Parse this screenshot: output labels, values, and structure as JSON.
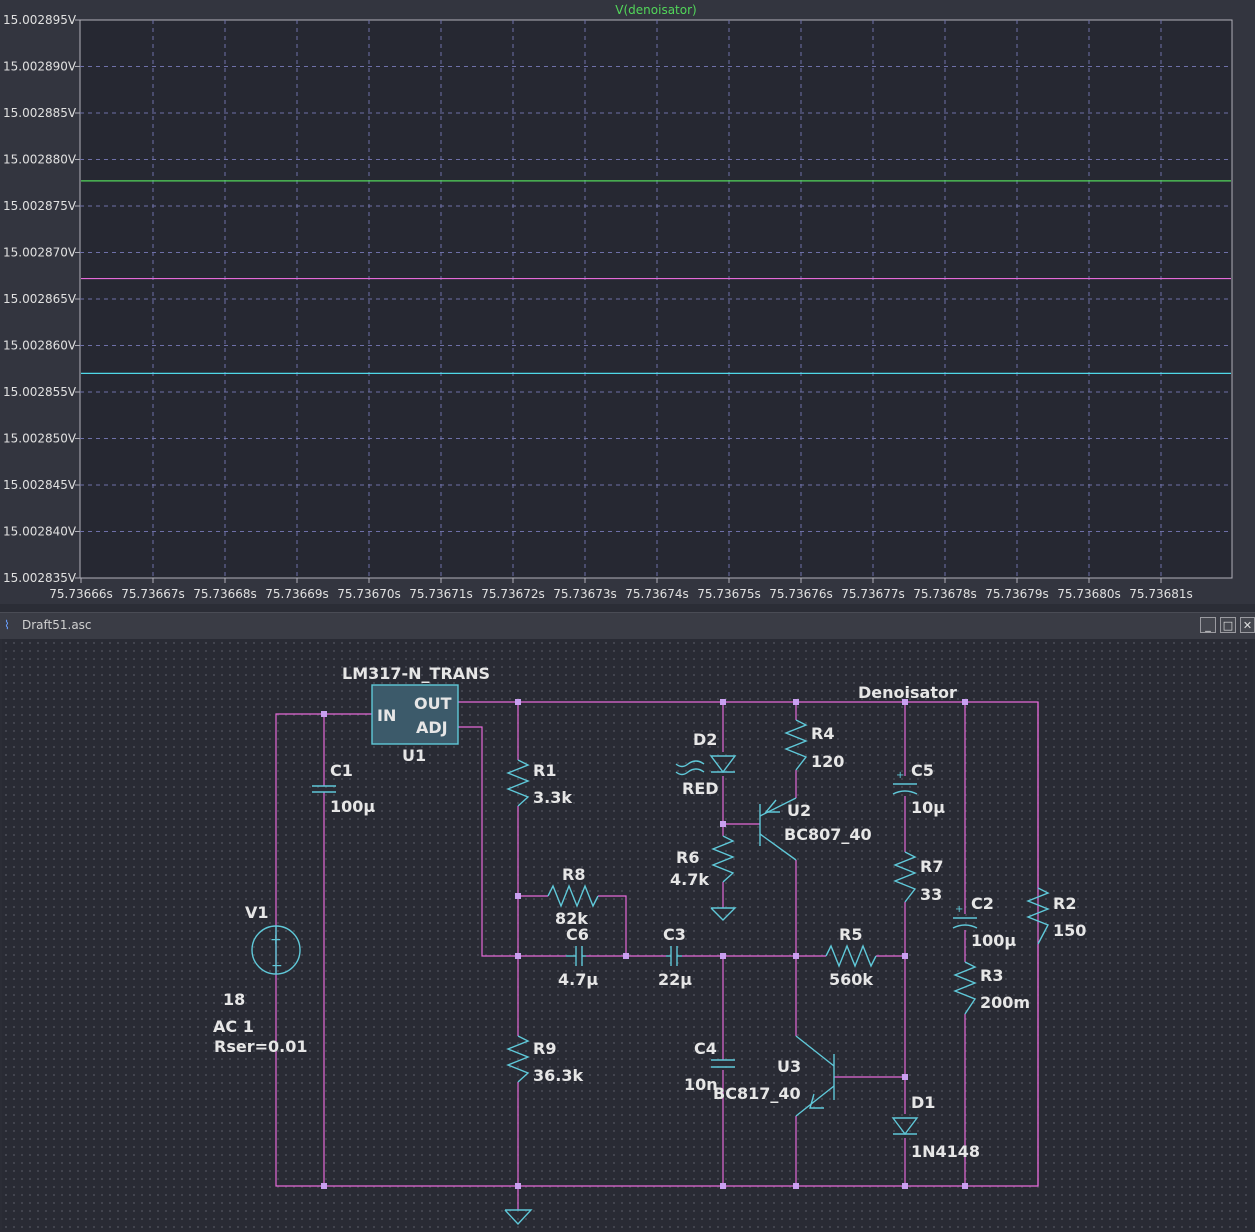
{
  "chart_data": {
    "type": "line",
    "title": "V(denoisator)",
    "y_ticks": [
      "15.002895V",
      "15.002890V",
      "15.002885V",
      "15.002880V",
      "15.002875V",
      "15.002870V",
      "15.002865V",
      "15.002860V",
      "15.002855V",
      "15.002850V",
      "15.002845V",
      "15.002840V",
      "15.002835V"
    ],
    "x_ticks": [
      "75.73666s",
      "75.73667s",
      "75.73668s",
      "75.73669s",
      "75.73670s",
      "75.73671s",
      "75.73672s",
      "75.73673s",
      "75.73674s",
      "75.73675s",
      "75.73676s",
      "75.73677s",
      "75.73678s",
      "75.73679s",
      "75.73680s",
      "75.73681s"
    ],
    "ylim": [
      15.002835,
      15.002895
    ],
    "grid": true,
    "series": [
      {
        "values": [
          15.0028777,
          15.0028777
        ],
        "color": "#52d65a"
      },
      {
        "values": [
          15.0028672,
          15.0028672
        ],
        "color": "#e46ad8"
      },
      {
        "values": [
          15.002857,
          15.002857
        ],
        "color": "#4fd8e8"
      }
    ]
  },
  "window": {
    "title": "Draft51.asc",
    "minimize": "_",
    "maximize": "□",
    "close": "✕"
  },
  "schematic": {
    "u1_model": "LM317-N_TRANS",
    "u1_in": "IN",
    "u1_out": "OUT",
    "u1_adj": "ADJ",
    "u1_name": "U1",
    "net_label": "Denoisator",
    "c1_name": "C1",
    "c1_value": "100µ",
    "v1_name": "V1",
    "v1_value": "18",
    "v1_ac": "AC 1",
    "v1_rser": "Rser=0.01",
    "r1_name": "R1",
    "r1_value": "3.3k",
    "r8_name": "R8",
    "r8_value": "82k",
    "c6_name": "C6",
    "c6_value": "4.7µ",
    "c3_name": "C3",
    "c3_value": "22µ",
    "r9_name": "R9",
    "r9_value": "36.3k",
    "d2_name": "D2",
    "d2_value": "RED",
    "r4_name": "R4",
    "r4_value": "120",
    "u2_name": "U2",
    "u2_value": "BC807_40",
    "r6_name": "R6",
    "r6_value": "4.7k",
    "c4_name": "C4",
    "c4_value": "10n",
    "u3_name": "U3",
    "u3_value": "BC817_40",
    "r5_name": "R5",
    "r5_value": "560k",
    "c5_name": "C5",
    "c5_value": "10µ",
    "r7_name": "R7",
    "r7_value": "33",
    "d1_name": "D1",
    "d1_value": "1N4148",
    "c2_name": "C2",
    "c2_value": "100µ",
    "r3_name": "R3",
    "r3_value": "200m",
    "r2_name": "R2",
    "r2_value": "150"
  },
  "colors": {
    "wire": "#e46ad8",
    "component": "#5fc8d8",
    "junction": "#c9a0f0",
    "grid": "#6e70a8",
    "axis_text": "#e0e0e0"
  }
}
